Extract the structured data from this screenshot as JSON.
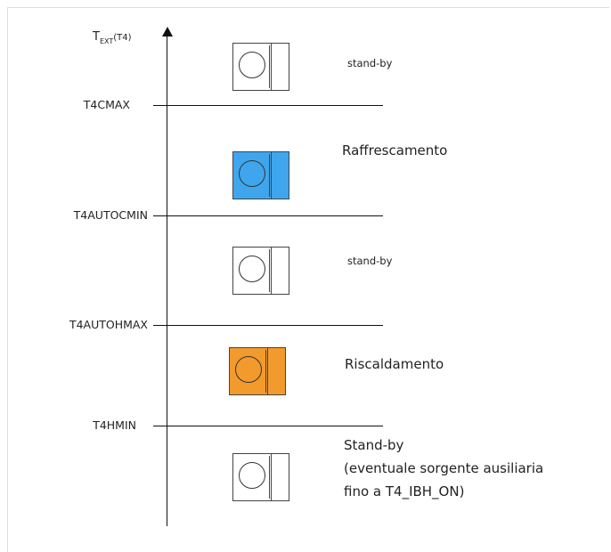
{
  "axis": {
    "title_main": "T",
    "title_sub": "EXT",
    "title_paren": "(T4)"
  },
  "thresholds": [
    {
      "label": "T4CMAX"
    },
    {
      "label": "T4AUTOCMIN"
    },
    {
      "label": "T4AUTOHMAX"
    },
    {
      "label": "T4HMIN"
    }
  ],
  "zones": [
    {
      "label": "stand-by",
      "color": "#ffffff"
    },
    {
      "label": "Raffrescamento",
      "color": "#3fa6ee"
    },
    {
      "label": "stand-by",
      "color": "#ffffff"
    },
    {
      "label": "Riscaldamento",
      "color": "#f39a2c"
    },
    {
      "label_lines": [
        "Stand-by",
        "(eventuale sorgente ausiliaria",
        "fino a T4_IBH_ON)"
      ],
      "color": "#ffffff"
    }
  ]
}
